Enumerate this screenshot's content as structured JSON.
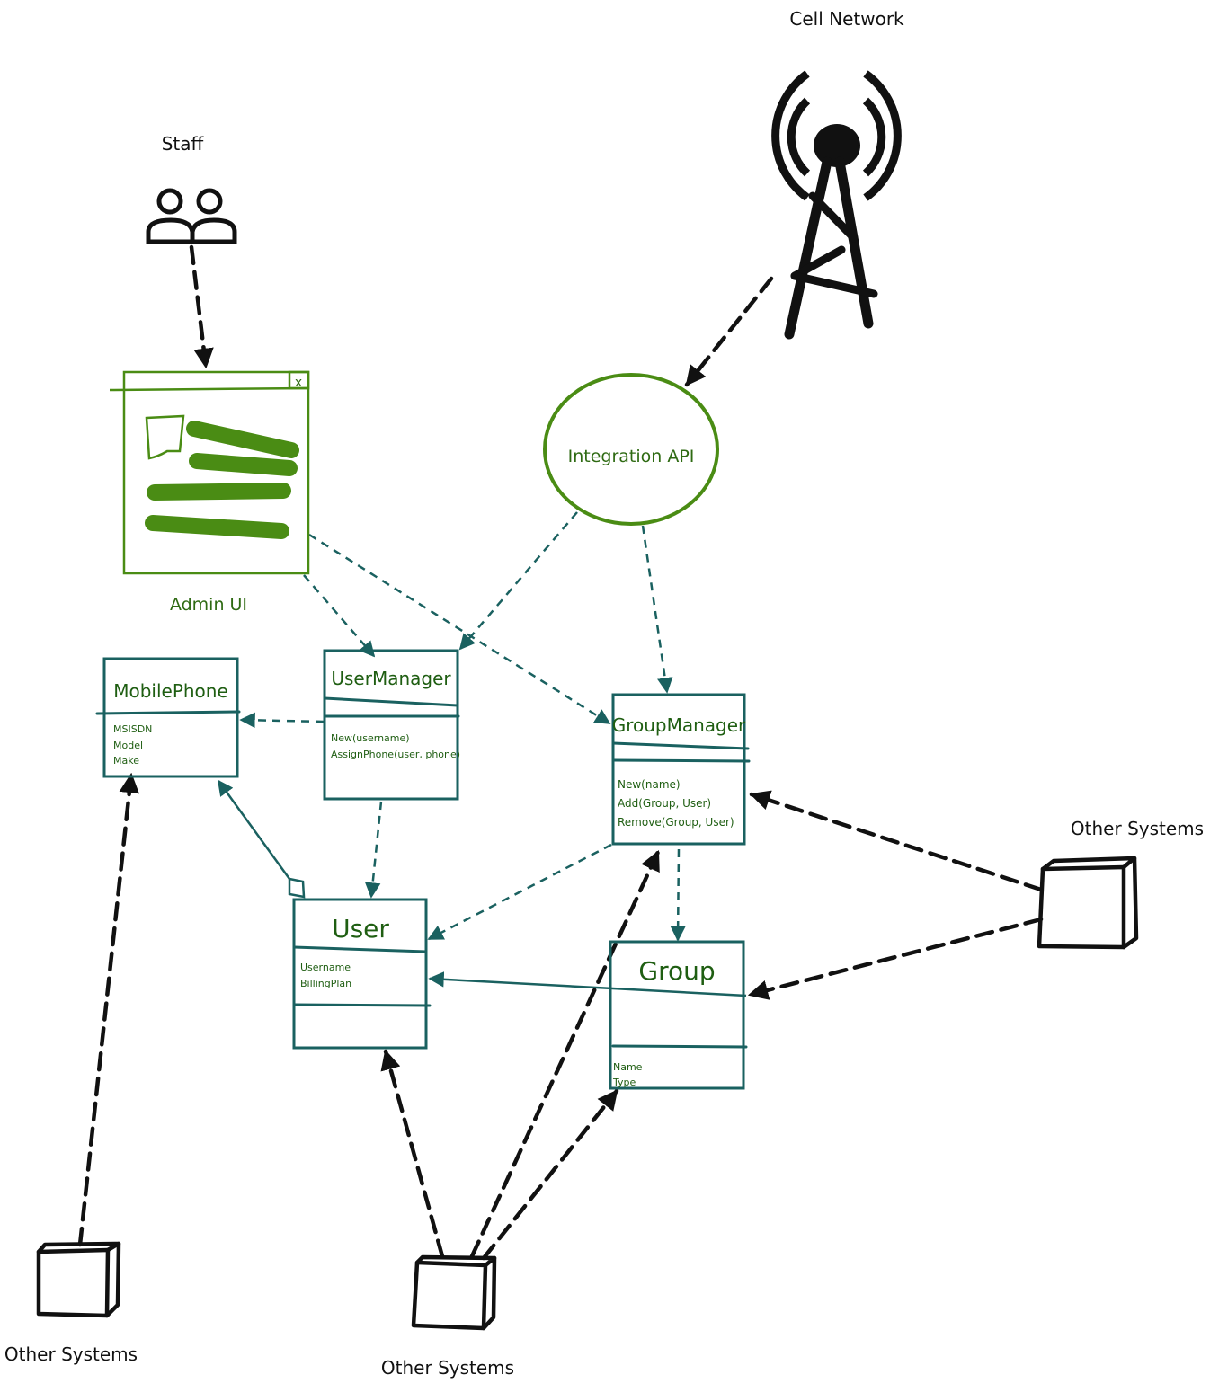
{
  "diagram": {
    "actors": {
      "staff": {
        "label": "Staff",
        "icon": "people-icon"
      },
      "cell_network": {
        "label": "Cell Network",
        "icon": "cell-tower-icon"
      }
    },
    "components": {
      "admin_ui": {
        "label": "Admin UI",
        "icon": "window-wireframe-icon",
        "close_glyph": "x"
      },
      "integration_api": {
        "label": "Integration API"
      }
    },
    "classes": {
      "mobile_phone": {
        "name": "MobilePhone",
        "attributes": [
          "MSISDN",
          "Model",
          "Make"
        ]
      },
      "user_manager": {
        "name": "UserManager",
        "operations": [
          "New(username)",
          "AssignPhone(user, phone)"
        ]
      },
      "group_manager": {
        "name": "GroupManager",
        "operations": [
          "New(name)",
          "Add(Group, User)",
          "Remove(Group, User)"
        ]
      },
      "user": {
        "name": "User",
        "attributes": [
          "Username",
          "BillingPlan"
        ]
      },
      "group": {
        "name": "Group",
        "attributes": [
          "Name",
          "Type"
        ]
      }
    },
    "external_systems": [
      {
        "label": "Other Systems",
        "position": "right"
      },
      {
        "label": "Other Systems",
        "position": "bottom-left"
      },
      {
        "label": "Other Systems",
        "position": "bottom-center"
      }
    ],
    "relationships": [
      {
        "from": "Staff",
        "to": "Admin UI",
        "style": "black-dashed"
      },
      {
        "from": "Cell Network",
        "to": "Integration API",
        "style": "black-dashed"
      },
      {
        "from": "Admin UI",
        "to": "UserManager",
        "style": "teal-dashed"
      },
      {
        "from": "Admin UI",
        "to": "GroupManager",
        "style": "teal-dashed"
      },
      {
        "from": "Integration API",
        "to": "UserManager",
        "style": "teal-dashed"
      },
      {
        "from": "Integration API",
        "to": "GroupManager",
        "style": "teal-dashed"
      },
      {
        "from": "UserManager",
        "to": "MobilePhone",
        "style": "teal-dashed"
      },
      {
        "from": "UserManager",
        "to": "User",
        "style": "teal-dashed"
      },
      {
        "from": "GroupManager",
        "to": "User",
        "style": "teal-dashed"
      },
      {
        "from": "GroupManager",
        "to": "Group",
        "style": "teal-dashed"
      },
      {
        "from": "User",
        "to": "MobilePhone",
        "style": "aggregation"
      },
      {
        "from": "Group",
        "to": "User",
        "style": "teal-solid"
      },
      {
        "from": "Other Systems (right)",
        "to": "GroupManager",
        "style": "black-dashed"
      },
      {
        "from": "Other Systems (right)",
        "to": "Group",
        "style": "black-dashed"
      },
      {
        "from": "Other Systems (bottom-left)",
        "to": "MobilePhone",
        "style": "black-dashed"
      },
      {
        "from": "Other Systems (bottom-center)",
        "to": "User",
        "style": "black-dashed"
      },
      {
        "from": "Other Systems (bottom-center)",
        "to": "GroupManager",
        "style": "black-dashed"
      },
      {
        "from": "Other Systems (bottom-center)",
        "to": "Group",
        "style": "black-dashed"
      }
    ]
  }
}
